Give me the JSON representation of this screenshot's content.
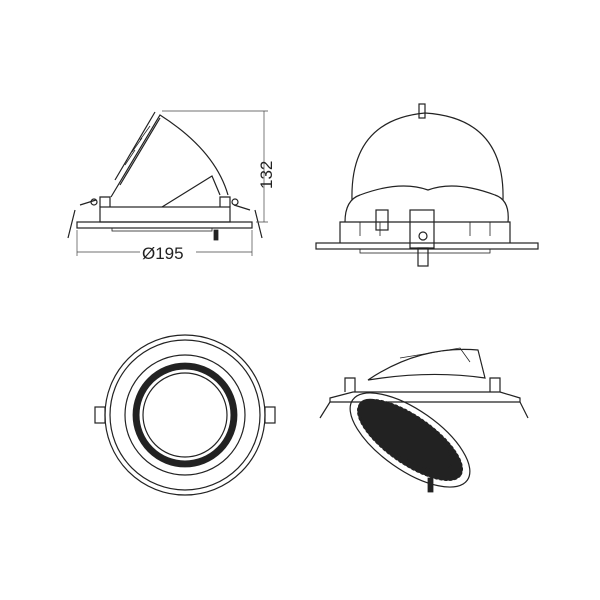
{
  "dimensions": {
    "height_label": "132",
    "diameter_label": "Ø195"
  },
  "views": [
    "side-view-tilted",
    "front-view",
    "bottom-view",
    "perspective-view"
  ]
}
